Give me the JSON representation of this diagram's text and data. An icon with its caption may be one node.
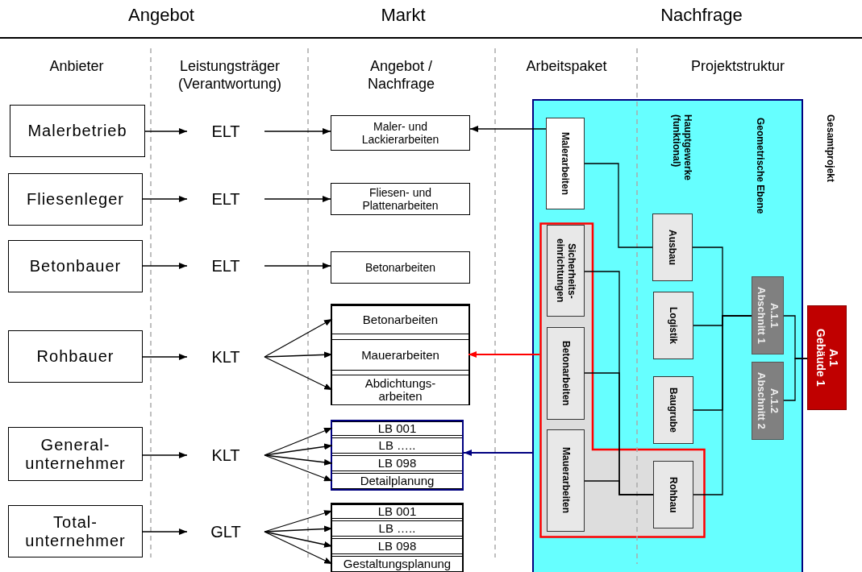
{
  "diagram": {
    "nodes": [
      {
        "text": [
          "Malerbetrieb"
        ]
      },
      {
        "text": [
          "ELT"
        ]
      },
      {
        "text": [
          "Maler- und Lackierarbeiten"
        ]
      },
      {
        "text": [
          "Fliesenleger"
        ]
      },
      {
        "text": [
          "ELT"
        ]
      },
      {
        "text": [
          "Fliesen- und Plattenarbeiten"
        ]
      },
      {
        "text": [
          "Betonbauer"
        ]
      },
      {
        "text": [
          "ELT"
        ]
      },
      {
        "text": [
          "Betonarbeiten"
        ]
      },
      {
        "text": [
          "Rohbauer"
        ]
      },
      {
        "text": [
          "KLT"
        ]
      },
      {
        "text": [],
        "shape": "box"
      },
      {
        "text": [
          "Betonarbeiten"
        ],
        "in": 11
      },
      {
        "text": [
          "Mauerarbeiten"
        ],
        "in": 11
      },
      {
        "text": [
          "Abdichtungs- arbeiten"
        ],
        "in": 11
      },
      {
        "text": [
          "General- unternehmer"
        ]
      },
      {
        "text": [
          "KLT"
        ]
      },
      {
        "text": [],
        "shape": "box"
      },
      {
        "text": [
          "LB 001"
        ],
        "in": 17
      },
      {
        "text": [
          "LB ….."
        ],
        "in": 17
      },
      {
        "text": [
          "LB 098"
        ],
        "in": 17
      },
      {
        "text": [
          "Detailplanung"
        ],
        "in": 17
      },
      {
        "text": [
          "Total- unternehmer"
        ]
      },
      {
        "text": [
          "GLT"
        ]
      },
      {
        "text": [],
        "shape": "box"
      },
      {
        "text": [
          "LB 001"
        ],
        "in": 24
      },
      {
        "text": [
          "LB ….."
        ],
        "in": 24
      },
      {
        "text": [
          "LB 098"
        ],
        "in": 24
      },
      {
        "text": [
          "Gestaltungsplanung"
        ],
        "in": 24
      },
      {
        "text": [],
        "shape": "box"
      },
      {
        "text": [
          "Malerarbeiten"
        ],
        "in": 29
      },
      {
        "text": [],
        "shape": "box",
        "in": 29
      },
      {
        "text": [
          "Sicherheits- einrichtungen"
        ],
        "in": 31
      },
      {
        "text": [
          "Betonarbeiten"
        ],
        "in": 31
      },
      {
        "text": [
          "Mauerarbeiten"
        ],
        "in": 31
      },
      {
        "text": [
          "Ausbau"
        ],
        "in": 29
      },
      {
        "text": [
          "Logistik"
        ],
        "in": 29
      },
      {
        "text": [
          "Baugrube"
        ],
        "in": 29
      },
      {
        "text": [
          "Rohbau"
        ],
        "in": 31
      },
      {
        "text": [
          "A.1.1 Abschnitt 1"
        ],
        "in": 29
      },
      {
        "text": [
          "A.1.2 Abschnitt 2"
        ],
        "in": 29
      },
      {
        "text": [
          "A.1 Gebäude 1"
        ]
      }
    ],
    "edges": [
      {
        "from": 0,
        "to": 1,
        "arrow": "to"
      },
      {
        "from": 1,
        "to": 2,
        "arrow": "to"
      },
      {
        "from": 3,
        "to": 4,
        "arrow": "to"
      },
      {
        "from": 4,
        "to": 5,
        "arrow": "to"
      },
      {
        "from": 6,
        "to": 7,
        "arrow": "to"
      },
      {
        "from": 7,
        "to": 8,
        "arrow": "to"
      },
      {
        "from": 9,
        "to": 10,
        "arrow": "to"
      },
      {
        "from": 10,
        "to": 12,
        "arrow": "to"
      },
      {
        "from": 10,
        "to": 13,
        "arrow": "to"
      },
      {
        "from": 10,
        "to": 14,
        "arrow": "to"
      },
      {
        "from": 15,
        "to": 16,
        "arrow": "to"
      },
      {
        "from": 16,
        "to": 18,
        "arrow": "to"
      },
      {
        "from": 16,
        "to": 19,
        "arrow": "to"
      },
      {
        "from": 16,
        "to": 20,
        "arrow": "to"
      },
      {
        "from": 16,
        "to": 21,
        "arrow": "to"
      },
      {
        "from": 22,
        "to": 23,
        "arrow": "to"
      },
      {
        "from": 23,
        "to": 25,
        "arrow": "to"
      },
      {
        "from": 23,
        "to": 26,
        "arrow": "to"
      },
      {
        "from": 23,
        "to": 27,
        "arrow": "to"
      },
      {
        "from": 23,
        "to": 28,
        "arrow": "to"
      },
      {
        "from": 30,
        "to": 2,
        "arrow": "to"
      },
      {
        "from": 31,
        "to": 13,
        "arrow": "to",
        "color": "#ff0000"
      },
      {
        "from": 29,
        "to": 17,
        "arrow": "to",
        "color": "#000080"
      },
      {
        "from": 30,
        "to": 35,
        "arrow": "none"
      },
      {
        "from": 32,
        "to": 38,
        "arrow": "none"
      },
      {
        "from": 33,
        "to": 38,
        "arrow": "none"
      },
      {
        "from": 34,
        "to": 38,
        "arrow": "none"
      },
      {
        "from": 35,
        "to": 39,
        "arrow": "none"
      },
      {
        "from": 36,
        "to": 39,
        "arrow": "none"
      },
      {
        "from": 37,
        "to": 39,
        "arrow": "none"
      },
      {
        "from": 38,
        "to": 39,
        "arrow": "none"
      },
      {
        "from": 39,
        "to": 41,
        "arrow": "none"
      },
      {
        "from": 40,
        "to": 41,
        "arrow": "none"
      }
    ],
    "labels": [
      "Angebot",
      "Markt",
      "Nachfrage",
      "Anbieter",
      "Leistungsträger (Verantwortung)",
      "Angebot / Nachfrage",
      "Arbeitspaket",
      "Projektstruktur",
      "Hauptgewerke (funktional)",
      "Geometrische Ebene",
      "Gesamtprojekt"
    ]
  }
}
